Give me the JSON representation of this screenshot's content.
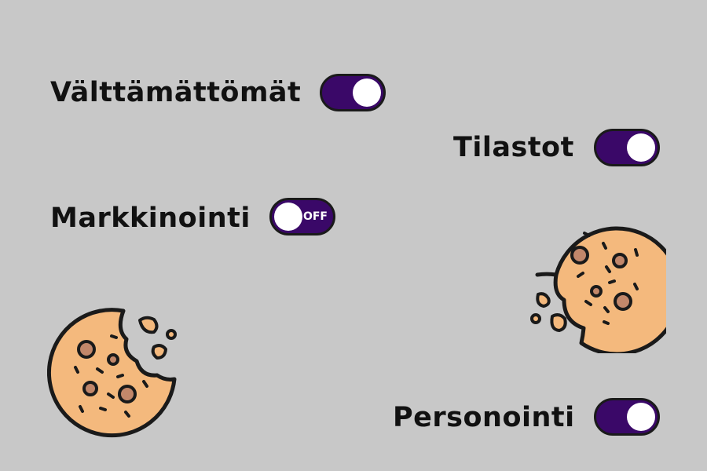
{
  "colors": {
    "background": "#c8c8c8",
    "toggle_active": "#3a0868",
    "knob": "#ffffff",
    "text": "#111111",
    "cookie_fill": "#f4b97d",
    "cookie_chip": "#c2876a",
    "outline": "#1a1a1a"
  },
  "settings": [
    {
      "label": "Välttämättömät",
      "enabled": true,
      "state_text": ""
    },
    {
      "label": "Tilastot",
      "enabled": true,
      "state_text": ""
    },
    {
      "label": "Markkinointi",
      "enabled": false,
      "state_text": "OFF"
    },
    {
      "label": "Personointi",
      "enabled": true,
      "state_text": ""
    }
  ],
  "icons": [
    "cookie-icon",
    "cookie-icon"
  ]
}
